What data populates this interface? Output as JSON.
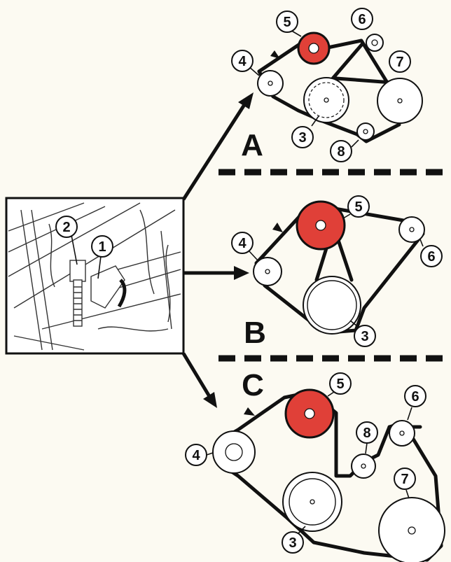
{
  "colors": {
    "highlight": "#e04038",
    "ink": "#111111",
    "paper": "#fcfaf2"
  },
  "sections": [
    {
      "label": "A",
      "callouts": [
        "3",
        "4",
        "5",
        "6",
        "7",
        "8"
      ]
    },
    {
      "label": "B",
      "callouts": [
        "3",
        "4",
        "5",
        "6"
      ]
    },
    {
      "label": "C",
      "callouts": [
        "3",
        "4",
        "5",
        "6",
        "7",
        "8"
      ]
    }
  ],
  "inset": {
    "callouts": [
      "1",
      "2"
    ]
  }
}
